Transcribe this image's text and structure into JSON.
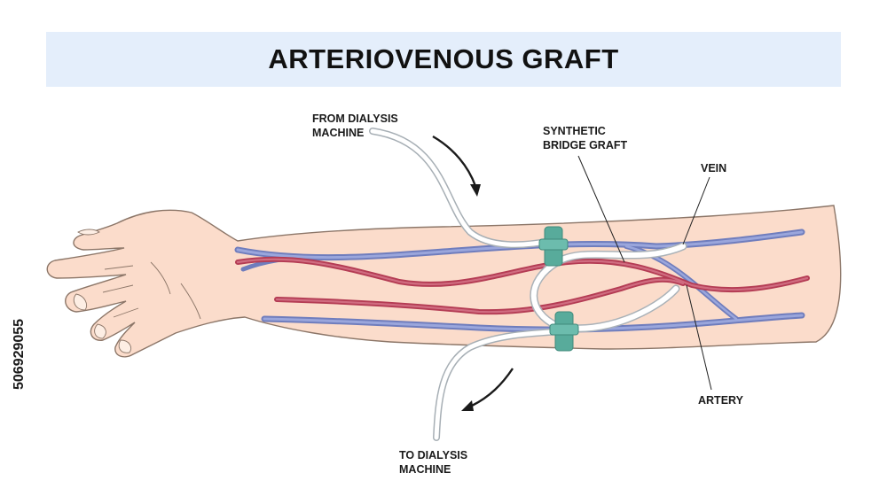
{
  "title": "ARTERIOVENOUS GRAFT",
  "labels": {
    "from_dialysis": [
      "FROM DIALYSIS",
      "MACHINE"
    ],
    "synthetic_graft": [
      "SYNTHETIC",
      "BRIDGE GRAFT"
    ],
    "vein": "VEIN",
    "artery": "ARTERY",
    "to_dialysis": [
      "TO DIALYSIS",
      "MACHINE"
    ]
  },
  "stock_id": "506929055",
  "colors": {
    "title_band": "#e4eefb",
    "skin": "#fbdccb",
    "skin_outline": "#8c7668",
    "vein": "#7c89c8",
    "artery": "#c1485e",
    "graft": "#ffffff",
    "clamp": "#58ab9b"
  }
}
